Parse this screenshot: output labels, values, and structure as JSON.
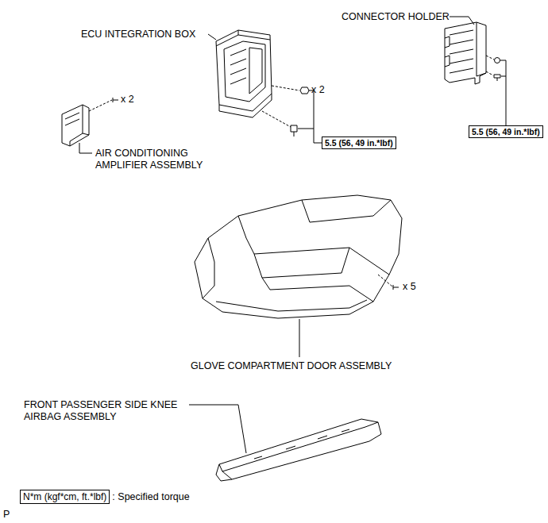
{
  "diagram": {
    "nodes": [
      {
        "text": [
          "5.5 (56, 49 in.*lbf)"
        ]
      },
      {
        "text": [
          "5.5 (56, 49 in.*lbf)"
        ]
      },
      {
        "text": [
          "N*m (kgf*cm, ft.*lbf)"
        ]
      }
    ],
    "labels": [
      "CONNECTOR HOLDER",
      "ECU INTEGRATION BOX",
      "x 2",
      "x 2",
      "AIR CONDITIONING AMPLIFIER ASSEMBLY",
      "x 5",
      "GLOVE COMPARTMENT DOOR ASSEMBLY",
      "FRONT PASSENGER SIDE KNEE AIRBAG ASSEMBLY",
      ": Specified torque",
      "P"
    ]
  }
}
